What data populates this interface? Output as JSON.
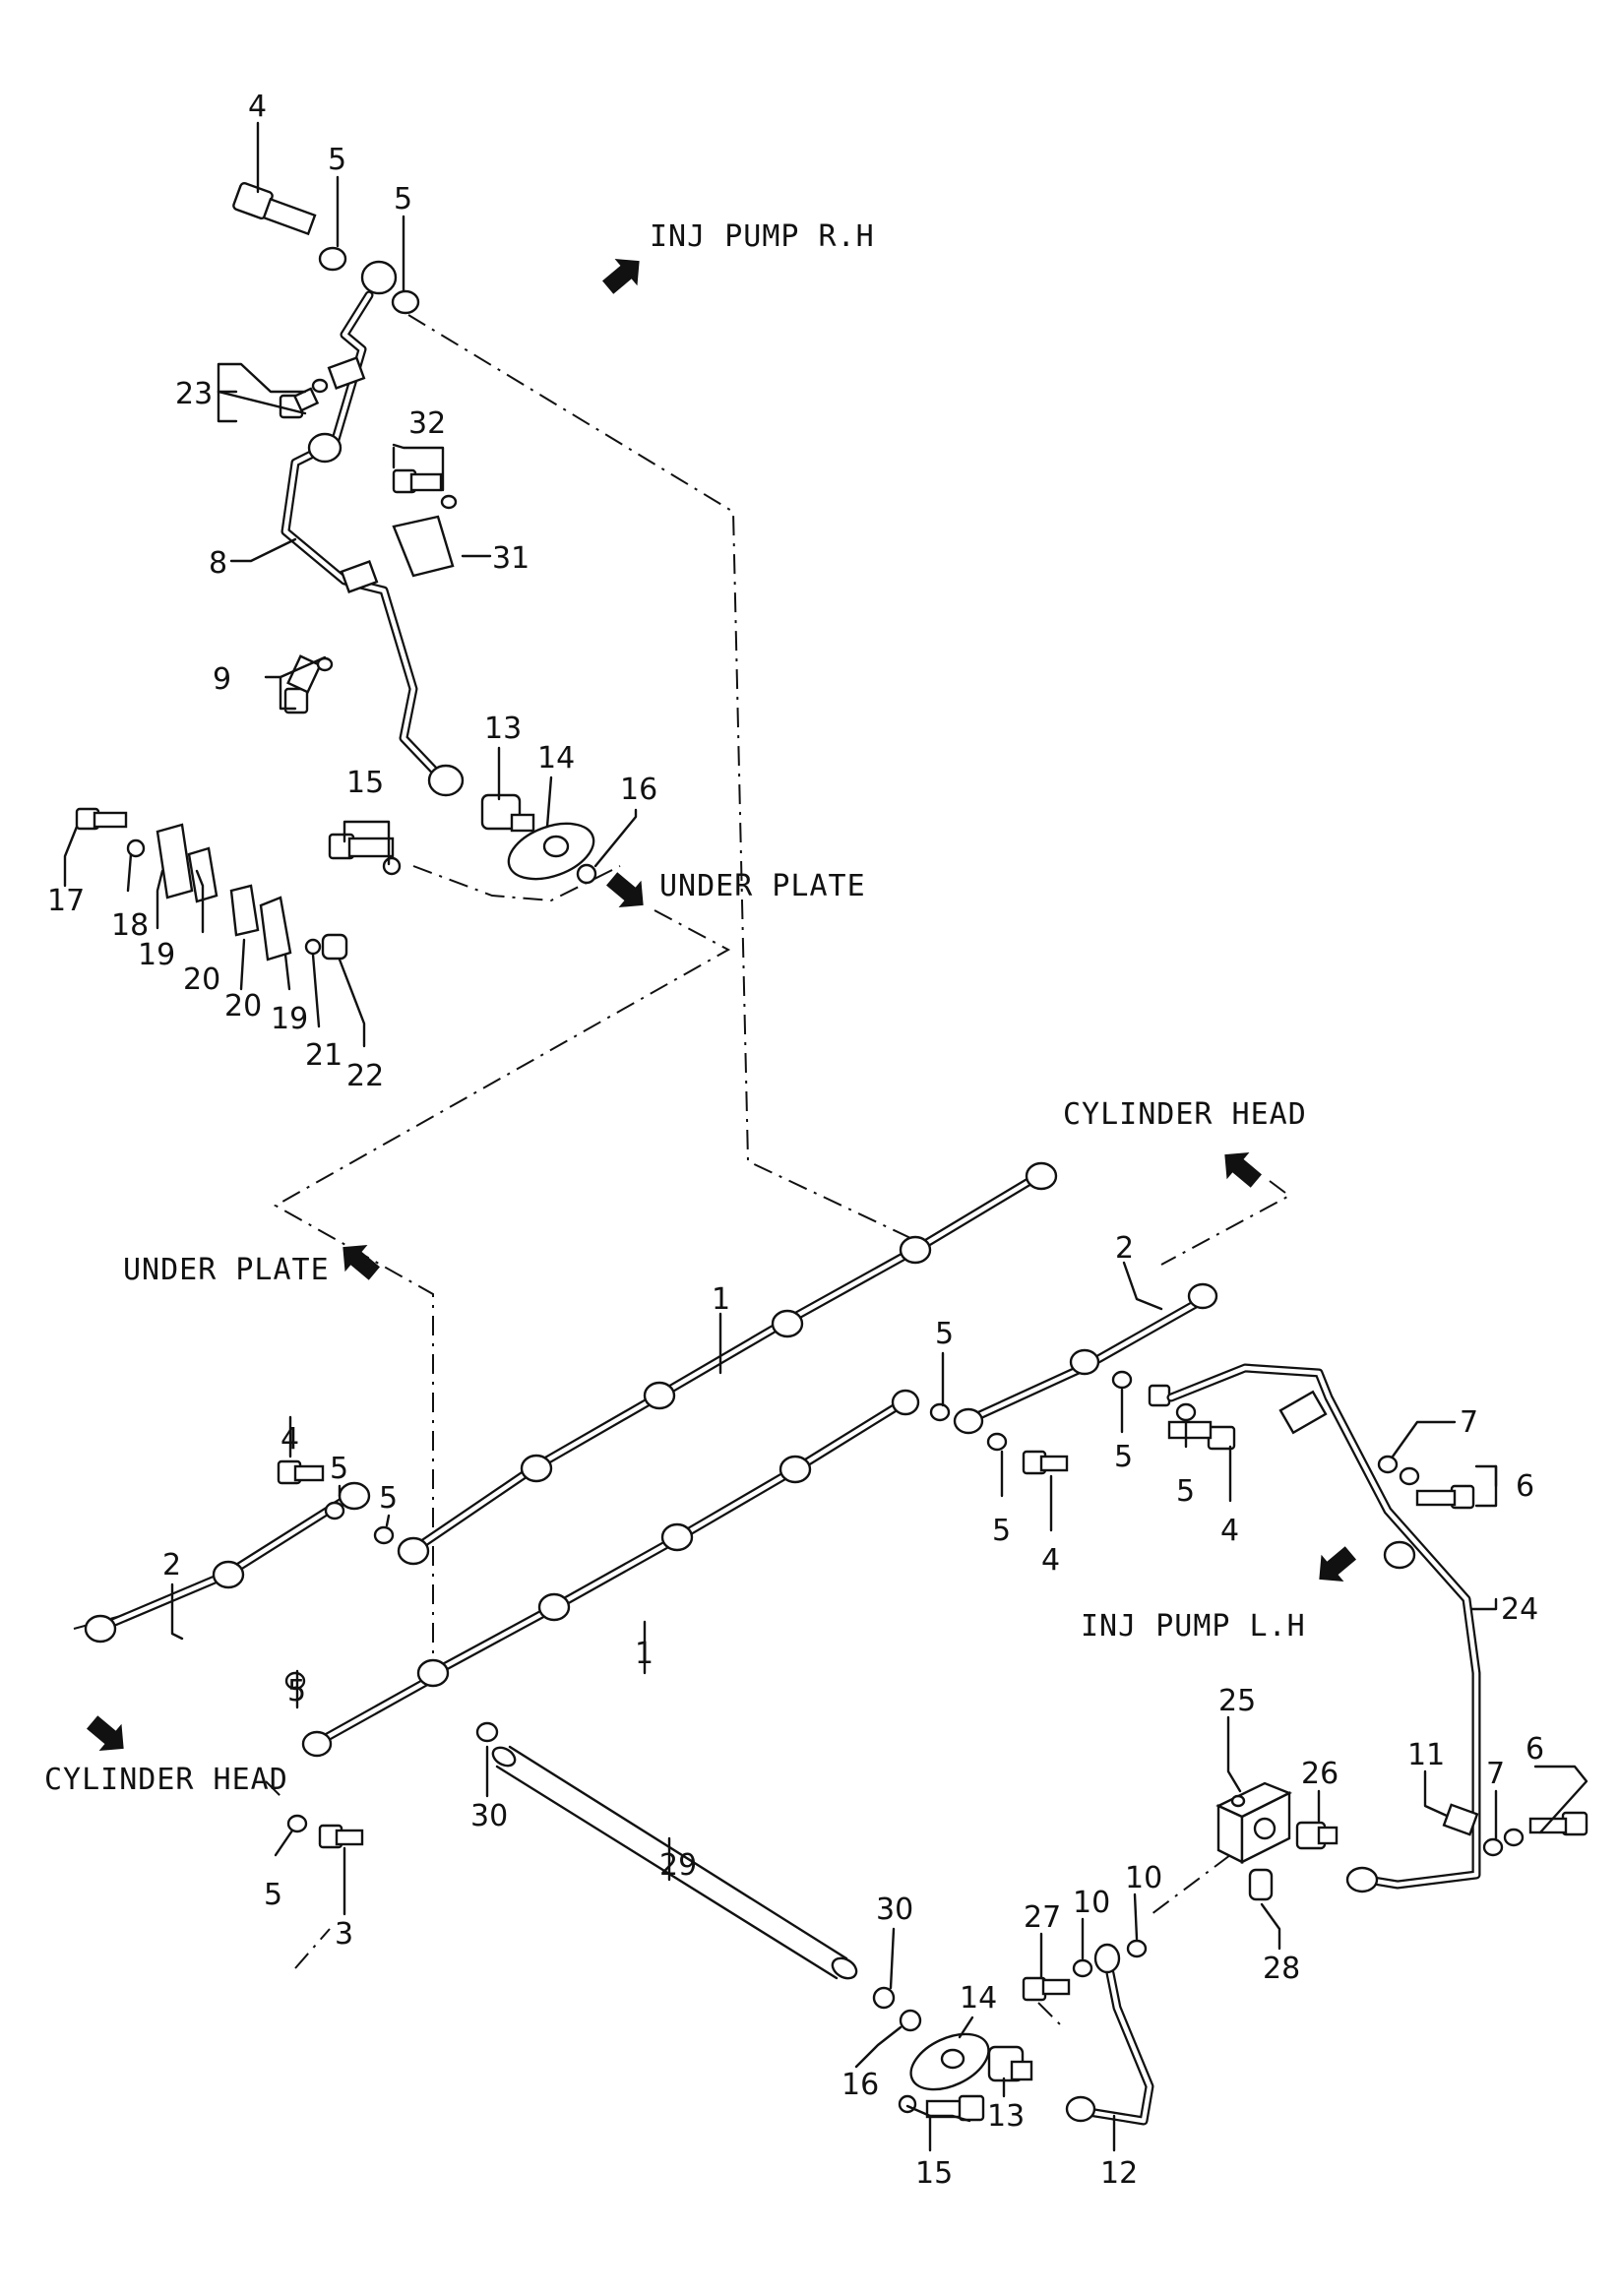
{
  "labels": {
    "inj_pump_rh": "INJ PUMP R.H",
    "inj_pump_lh": "INJ PUMP L.H",
    "under_plate_top": "UNDER PLATE",
    "under_plate_left": "UNDER PLATE",
    "cylinder_head_top": "CYLINDER HEAD",
    "cylinder_head_left": "CYLINDER HEAD"
  },
  "callouts": {
    "c4a": "4",
    "c5a": "5",
    "c5b": "5",
    "c23": "23",
    "c32": "32",
    "c8": "8",
    "c31": "31",
    "c9": "9",
    "c13a": "13",
    "c14a": "14",
    "c15a": "15",
    "c16a": "16",
    "c17": "17",
    "c18": "18",
    "c19a": "19",
    "c20a": "20",
    "c20b": "20",
    "c19b": "19",
    "c21": "21",
    "c22": "22",
    "c1a": "1",
    "c2a": "2",
    "c5c": "5",
    "c5d": "5",
    "c5e": "5",
    "c5f": "5",
    "c4b": "4",
    "c4c": "4",
    "c7a": "7",
    "c6a": "6",
    "c4d": "4",
    "c5g": "5",
    "c5h": "5",
    "c2b": "2",
    "c1b": "1",
    "c24": "24",
    "c5i": "5",
    "c30a": "30",
    "c25": "25",
    "c26": "26",
    "c11": "11",
    "c7b": "7",
    "c6b": "6",
    "c5j": "5",
    "c3": "3",
    "c29": "29",
    "c30b": "30",
    "c14b": "14",
    "c27": "27",
    "c10a": "10",
    "c10b": "10",
    "c28": "28",
    "c16b": "16",
    "c13b": "13",
    "c15b": "15",
    "c12": "12"
  }
}
